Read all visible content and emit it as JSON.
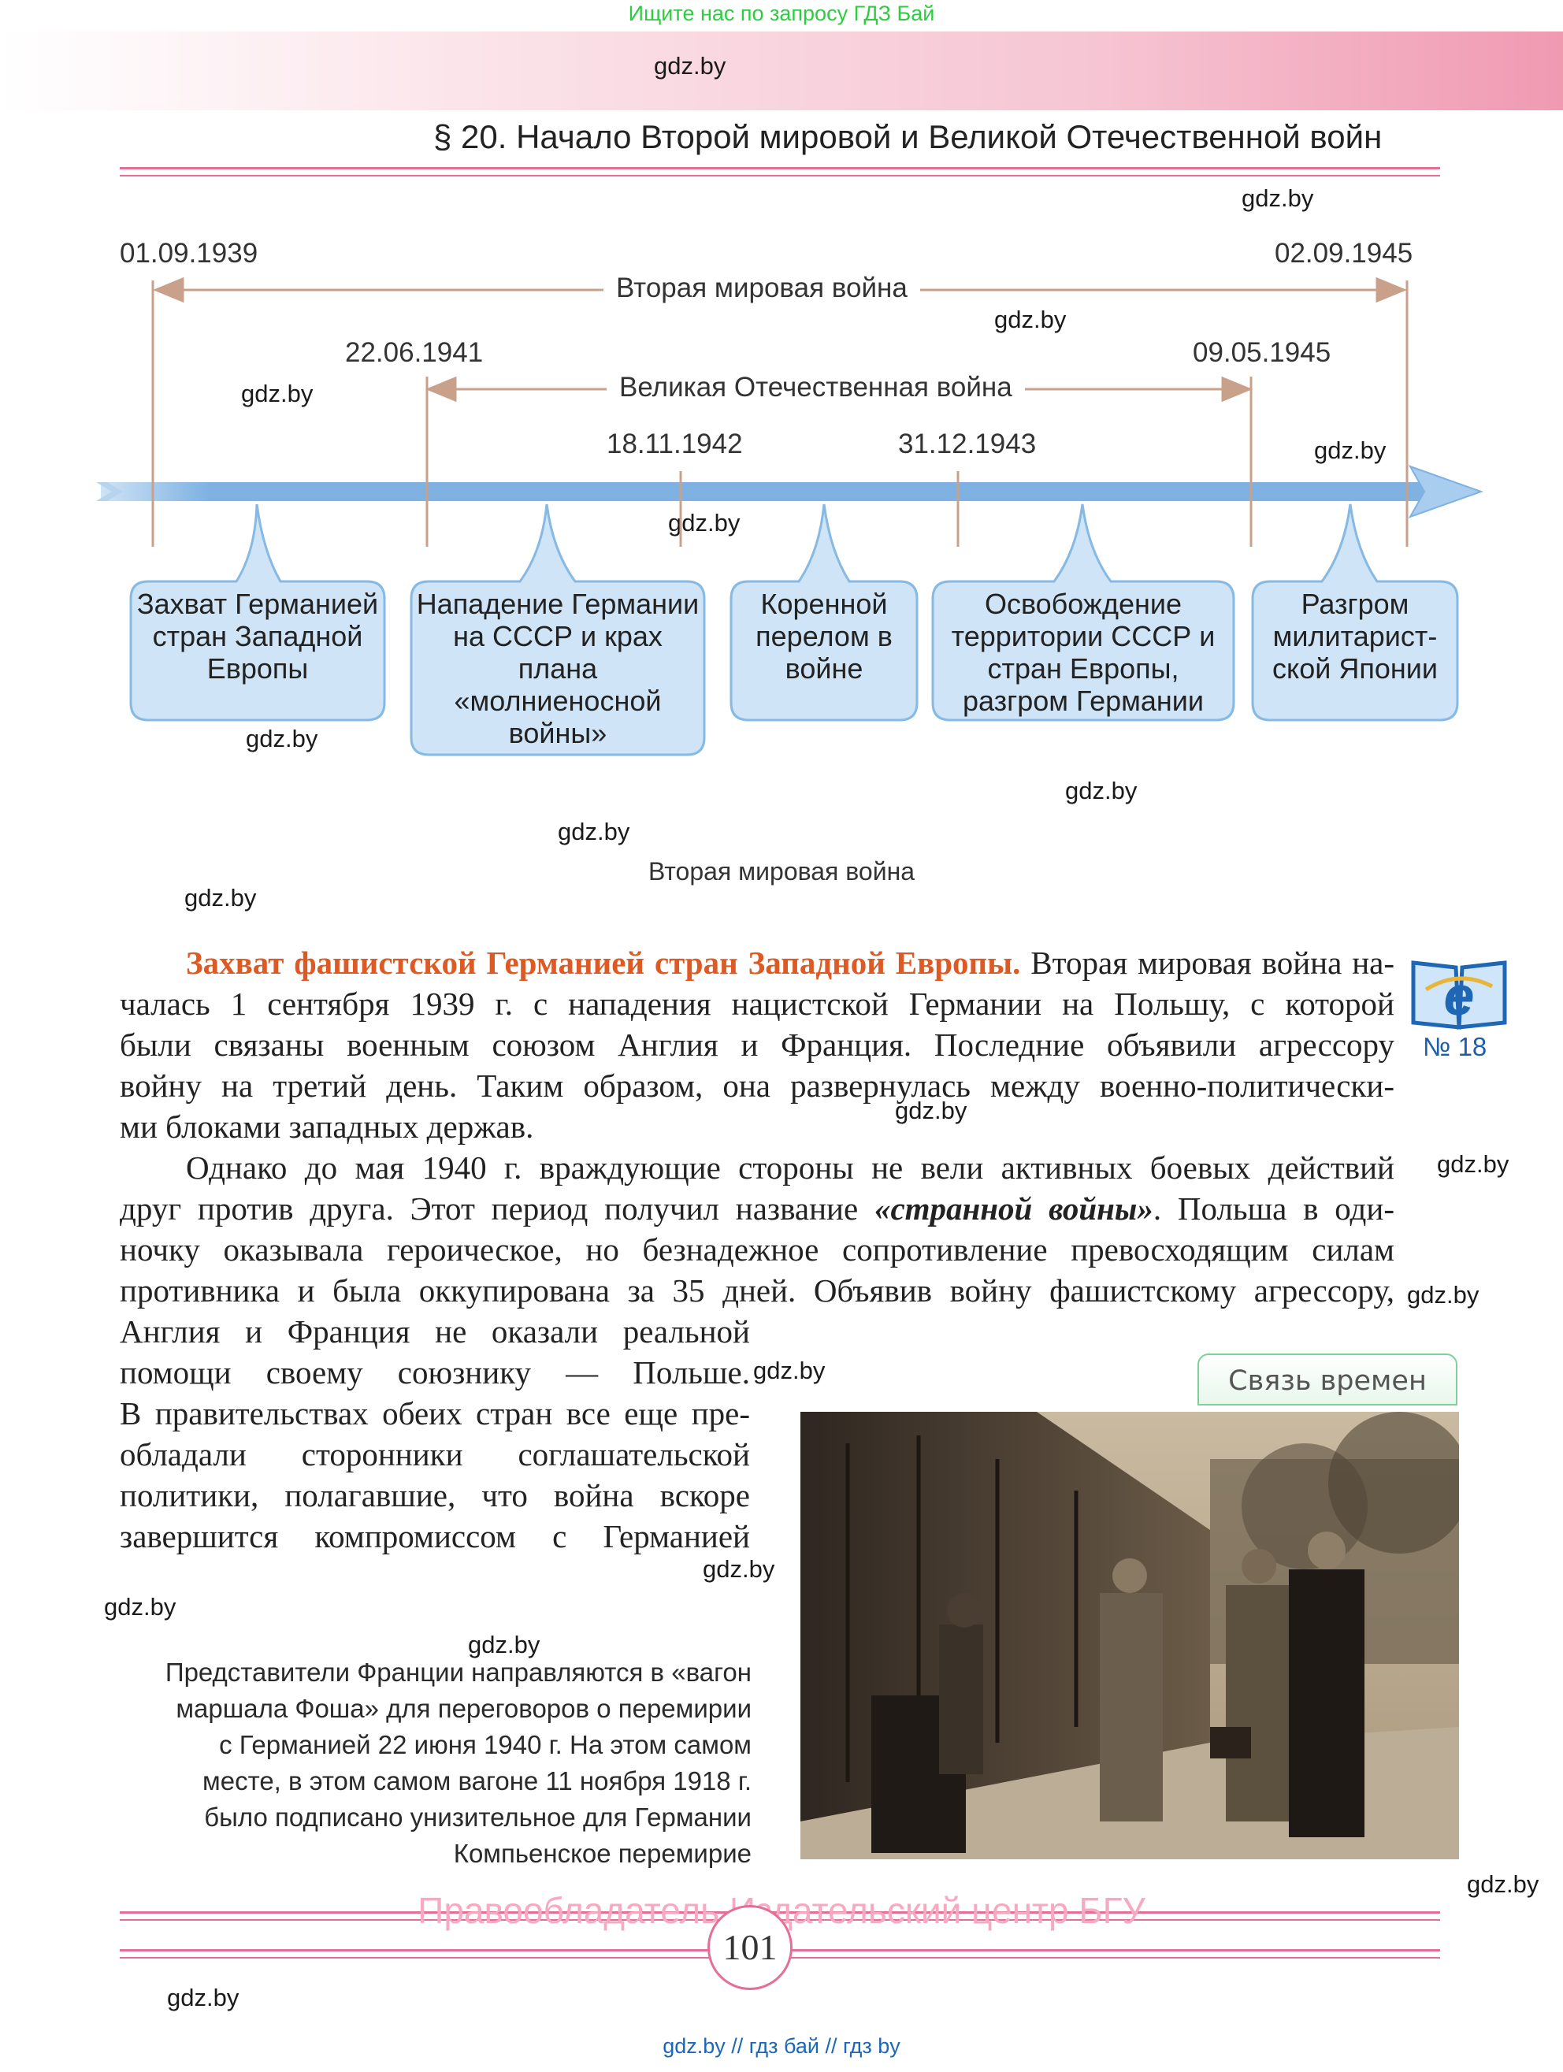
{
  "header": {
    "top_note": "Ищите нас по запросу ГДЗ Бай",
    "section_title": "§ 20. Начало Второй мировой и Великой Отечественной войн"
  },
  "watermark": "gdz.by",
  "timeline": {
    "dates": [
      "01.09.1939",
      "02.09.1945",
      "22.06.1941",
      "09.05.1945",
      "18.11.1942",
      "31.12.1943"
    ],
    "span_ww2": "Вторая мировая война",
    "span_gpw": "Великая Отечественная война",
    "periods": [
      "Захват Германией стран Западной Европы",
      "Нападение Германии на СССР и крах плана «молниеносной войны»",
      "Коренной перелом в войне",
      "Освобождение территории СССР и стран Европы, разгром Германии",
      "Разгром милитарист-ской Японии"
    ],
    "figure_caption": "Вторая мировая война",
    "colors": {
      "arrow": "#7fb2e3",
      "bubble_fill": "#cfe5f7",
      "bubble_border": "#86b9e3",
      "tick": "#c9a08a"
    }
  },
  "resource": {
    "number_label": "№ 18",
    "icon": "internet-explorer-book-icon"
  },
  "text": {
    "p1_heading": "Захват фашистской Германией стран Западной Европы.",
    "p1_lines": [
      " Вторая мировая война на-",
      "чалась 1 сентября 1939 г. с нападения нацистской Германии на Польшу, с которой",
      "были связаны военным союзом Англия и Франция. Последние объявили агрессору",
      "войну на третий день. Таким образом, она развернулась между военно-политически-",
      "ми блоками западных держав."
    ],
    "p2_line1": "Однако до мая 1940 г. враждующие стороны не вели активных боевых действий",
    "p2_line2a": "друг против друга. Этот период получил название ",
    "p2_term": "«странной войны»",
    "p2_line2b": ". Польша в оди-",
    "p2_lines": [
      "ночку оказывала героическое, но безнадежное сопротивление превосходящим силам",
      "противника и была оккупирована за 35 дней. Объявив войну фашистскому агрессору,"
    ],
    "p2_narrow": [
      "Англия и Франция не оказали реальной",
      "помощи своему союзнику — Польше.",
      "В правительствах обеих стран все еще пре-",
      "обладали сторонники соглашательской",
      "политики, полагавшие, что война вскоре",
      "завершится компромиссом с Германией"
    ]
  },
  "sidebar_tag": "Связь времен",
  "photo_caption": [
    "Представители Франции направляются в «вагон",
    "маршала Фоша» для переговоров о перемирии",
    "с Германией 22 июня 1940 г. На этом самом",
    "месте, в этом самом вагоне 11 ноября 1918 г.",
    "было подписано унизительное для Германии",
    "Компьенское перемирие"
  ],
  "footer": {
    "rights": "Правообладатель Издательский центр БГУ",
    "page_number": "101",
    "links": "gdz.by  //  гдз бай  //  гдз by"
  }
}
